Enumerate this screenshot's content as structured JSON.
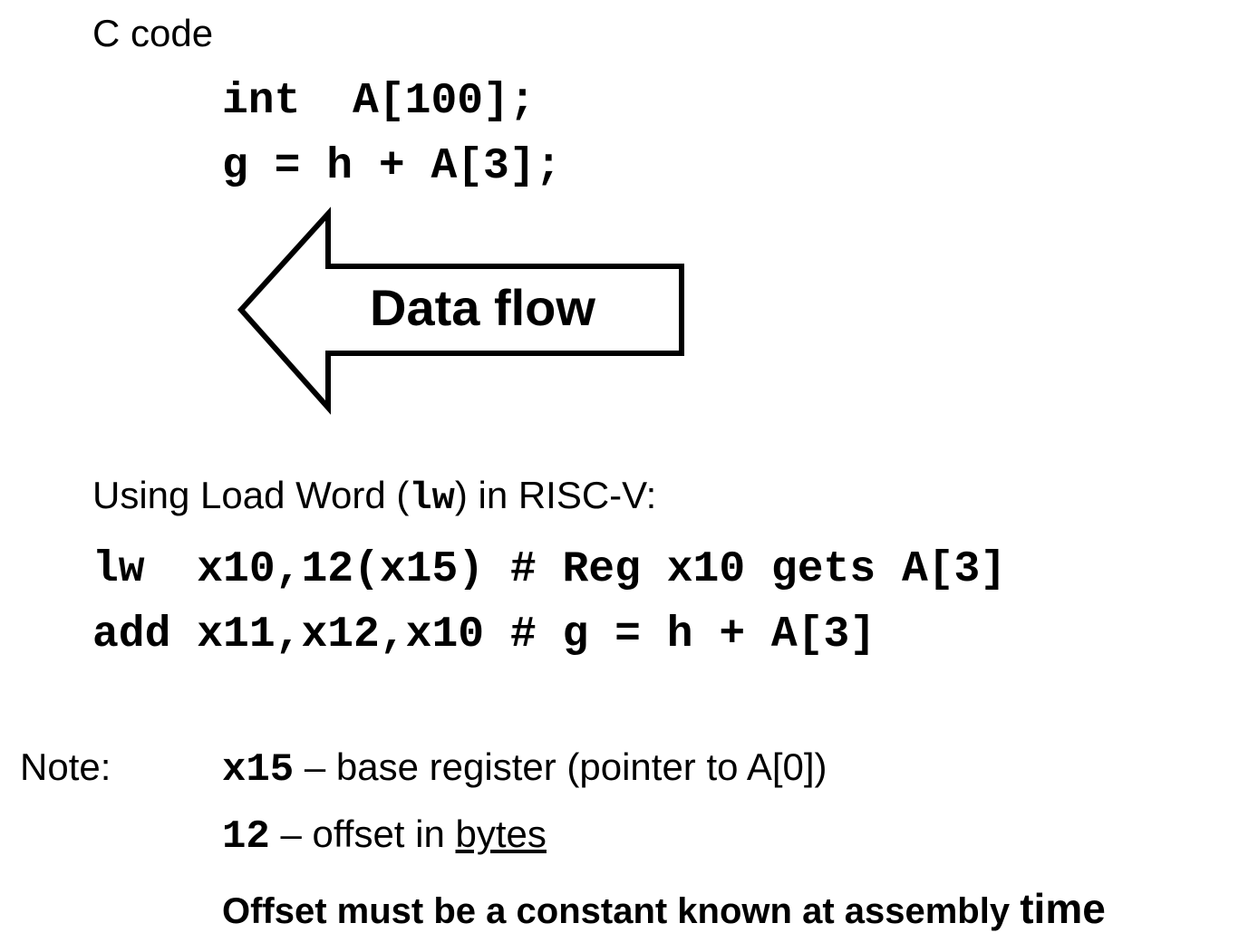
{
  "c_code": {
    "heading": "C code",
    "line_1": "int  A[100];",
    "line_2": "g = h + A[3];"
  },
  "diagram": {
    "arrow_label": "Data flow"
  },
  "assembly": {
    "intro_before": "Using Load Word (",
    "intro_code": "lw",
    "intro_after": ") in RISC-V:",
    "line_1": "lw  x10,12(x15) # Reg x10 gets A[3]",
    "line_2": "add x11,x12,x10 # g = h + A[3]"
  },
  "note": {
    "label": "Note:",
    "item_1_code": "x15",
    "item_1_text": " – base register (pointer to A[0])",
    "item_2_code": "12",
    "item_2_text": " – offset in ",
    "item_2_underlined": "bytes",
    "item_3_text": "Offset must be a constant known at assembly ",
    "item_3_last_word": "time"
  },
  "colors": {
    "text": "#000000",
    "background": "#ffffff"
  }
}
